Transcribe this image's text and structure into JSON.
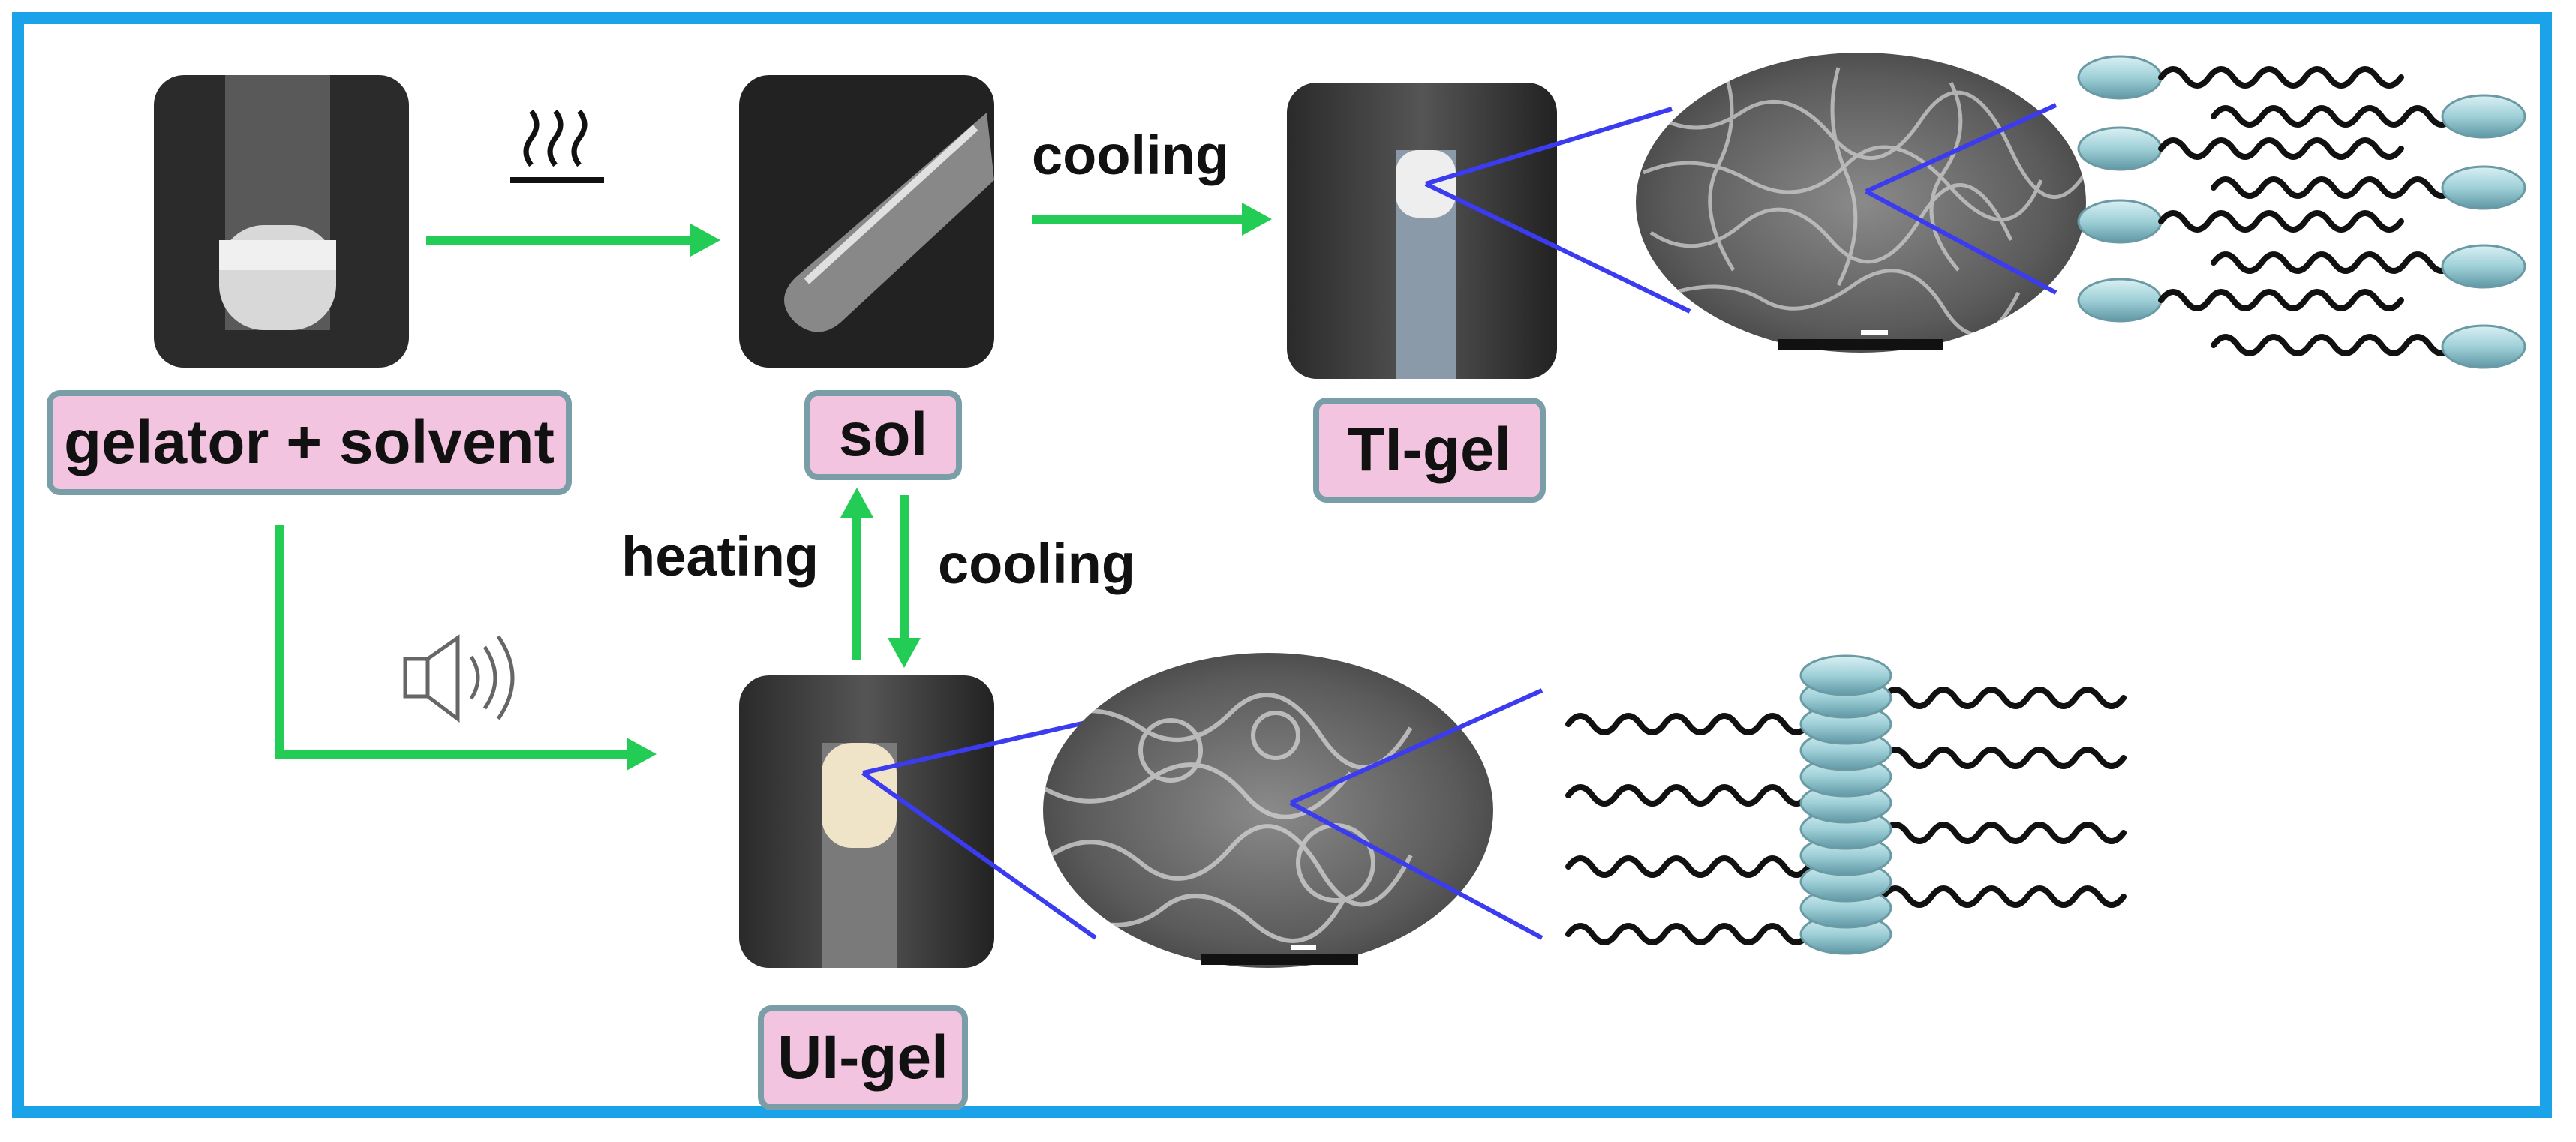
{
  "colors": {
    "frame": "#1aa3e8",
    "arrow": "#22cc55",
    "label_fill": "#f2c4df",
    "label_border": "#7a9ea8",
    "zoom_line": "#3b3bf0",
    "head_fill": "#9fd0d8"
  },
  "labels": {
    "gelator_solvent": "gelator + solvent",
    "sol": "sol",
    "ti_gel": "TI-gel",
    "ui_gel": "UI-gel"
  },
  "arrows": {
    "cooling_top": "cooling",
    "heating": "heating",
    "cooling_mid": "cooling"
  },
  "icons": {
    "heat": "heat-wave-icon",
    "ultrasound": "speaker-sound-icon"
  }
}
